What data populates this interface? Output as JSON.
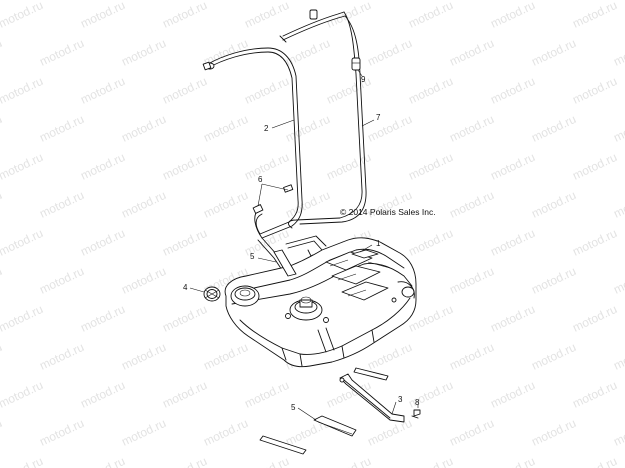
{
  "watermark": {
    "text": "motod.ru",
    "color": "#e3e3e3"
  },
  "copyright": "© 2014 Polaris Sales Inc.",
  "callouts": {
    "c1": "1",
    "c2": "2",
    "c3": "3",
    "c4": "4",
    "c5a": "5",
    "c5b": "5",
    "c6": "6",
    "c7": "7",
    "c8": "8",
    "c9": "9"
  }
}
